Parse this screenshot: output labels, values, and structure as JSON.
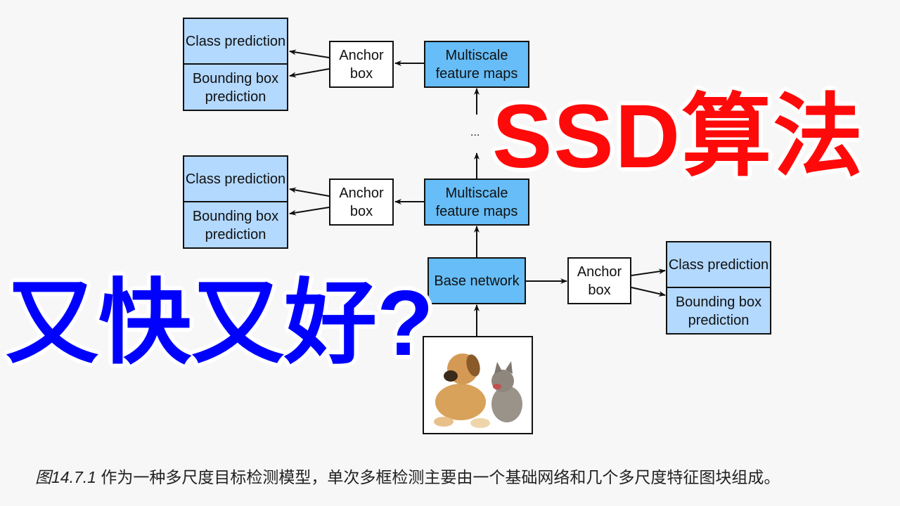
{
  "overlay_titles": {
    "red_title": "SSD算法",
    "red_color": "#ff0a0a",
    "blue_title": "又快又好?",
    "blue_color": "#0000ff"
  },
  "diagram": {
    "colors": {
      "prediction_fill": "#b3d9ff",
      "feature_fill": "#66bdf7",
      "anchor_fill": "#ffffff",
      "stroke": "#111111"
    },
    "top_block": {
      "class_prediction": "Class prediction",
      "bbox_prediction": "Bounding box prediction",
      "anchor_box": "Anchor box",
      "feature_maps": "Multiscale feature maps"
    },
    "ellipsis": "...",
    "middle_block": {
      "class_prediction": "Class prediction",
      "bbox_prediction": "Bounding box prediction",
      "anchor_box": "Anchor box",
      "feature_maps": "Multiscale feature maps"
    },
    "base_block": {
      "base_network": "Base network",
      "anchor_box": "Anchor box",
      "class_prediction": "Class prediction",
      "bbox_prediction": "Bounding box prediction"
    },
    "input_image": "dog-and-cat-photo"
  },
  "caption": {
    "figure_label": "图14.7.1",
    "text": " 作为一种多尺度目标检测模型，单次多框检测主要由一个基础网络和几个多尺度特征图块组成。"
  }
}
